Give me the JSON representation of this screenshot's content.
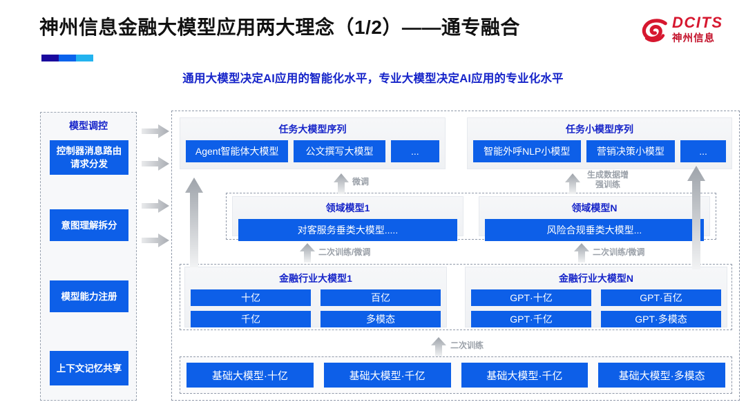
{
  "header": {
    "title": "神州信息金融大模型应用两大理念（1/2）——通专融合",
    "subtitle": "通用大模型决定AI应用的智能化水平，专业大模型决定AI应用的专业化水平",
    "logo_en": "DCITS",
    "logo_cn": "神州信息",
    "accent_colors": [
      "#1a0a9e",
      "#0b63ec",
      "#23b3ef"
    ],
    "title_color": "#111111",
    "subtitle_color": "#1624c9",
    "logo_color": "#d6172f"
  },
  "control_panel": {
    "title": "模型调控",
    "items": [
      {
        "label": "控制器消息路由请求分发"
      },
      {
        "label": "意图理解拆分"
      },
      {
        "label": "模型能力注册"
      },
      {
        "label": "上下文记忆共享"
      }
    ]
  },
  "task_models": {
    "left": {
      "title": "任务大模型序列",
      "chips": [
        "Agent智能体大模型",
        "公文撰写大模型",
        "..."
      ]
    },
    "right": {
      "title": "任务小模型序列",
      "chips": [
        "智能外呼NLP小模型",
        "营销决策小模型",
        "..."
      ]
    }
  },
  "domain_models": [
    {
      "title": "领域模型1",
      "chip": "对客服务垂类大模型....."
    },
    {
      "title": "领域模型N",
      "chip": "风险合规垂类大模型..."
    }
  ],
  "industry_models": [
    {
      "title": "金融行业大模型1",
      "chips": [
        "十亿",
        "百亿",
        "千亿",
        "多模态"
      ]
    },
    {
      "title": "金融行业大模型N",
      "chips": [
        "GPT·十亿",
        "GPT·百亿",
        "GPT·千亿",
        "GPT·多模态"
      ]
    }
  ],
  "base_models": {
    "chips": [
      "基础大模型·十亿",
      "基础大模型·千亿",
      "基础大模型·千亿",
      "基础大模型·多模态"
    ]
  },
  "arrow_labels": {
    "finetune": "微调",
    "data_augment": "生成数据增强训练",
    "retrain_finetune_left": "二次训练/微调",
    "retrain_finetune_right": "二次训练/微调",
    "retrain": "二次训练"
  },
  "colors": {
    "chip_blue": "#0d5fe8",
    "panel_title_blue": "#1624c9",
    "arrow_grey": "#b9bdc4",
    "dashed_border": "#8f98a8"
  }
}
